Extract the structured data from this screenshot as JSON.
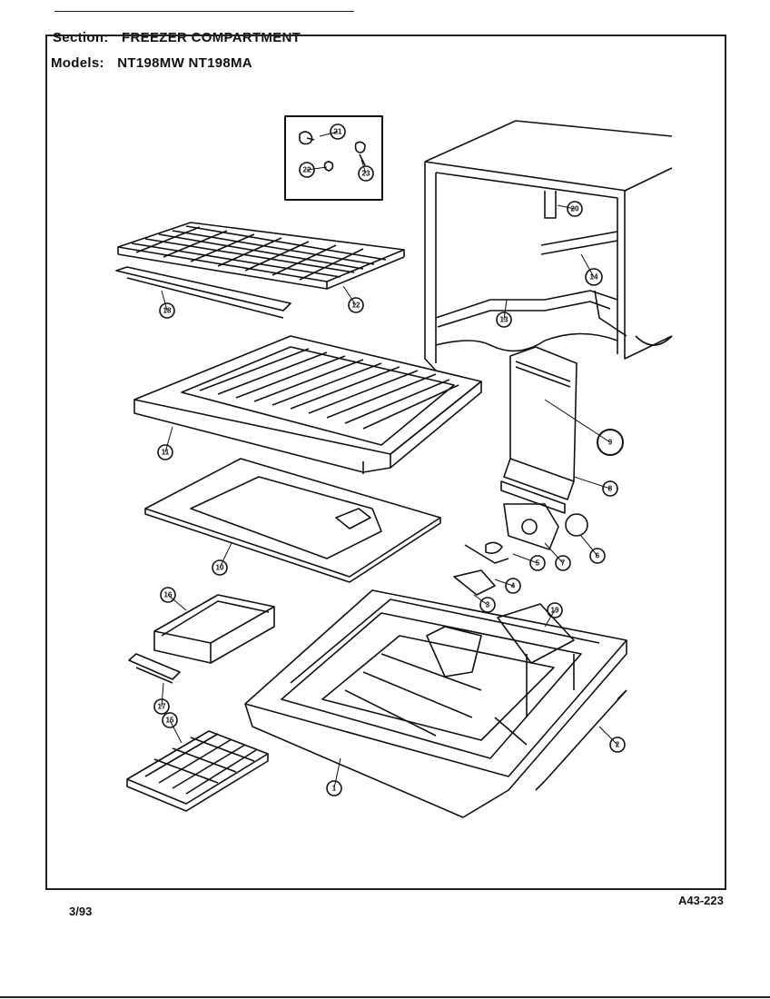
{
  "header": {
    "section_label": "Section:",
    "section_value": "FREEZER COMPARTMENT",
    "models_label": "Models:",
    "models_value": "NT198MW NT198MA"
  },
  "footer": {
    "date": "3/93",
    "code": "A43-223"
  },
  "callouts": [
    "1",
    "2",
    "3",
    "4",
    "5",
    "6",
    "7",
    "8",
    "9",
    "10",
    "11",
    "12",
    "13",
    "14",
    "15",
    "16",
    "17",
    "18",
    "19",
    "20",
    "21",
    "22",
    "23"
  ]
}
